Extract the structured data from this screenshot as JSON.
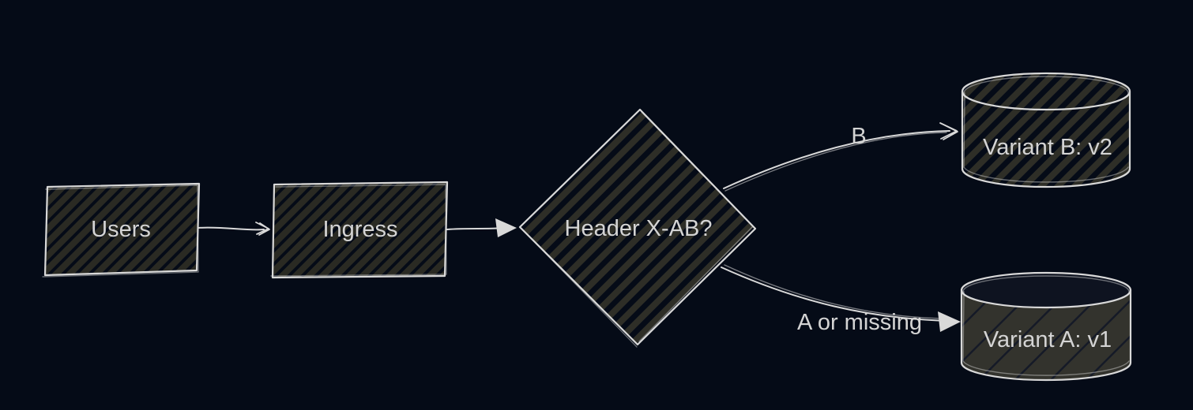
{
  "theme": {
    "canvas-bg": "#050b17",
    "stroke": "#d9d9d9",
    "text": "#d4d4d4",
    "hatch-color": "#2e2e27",
    "hatch-dense-base": "#2a2a23",
    "solid-fill": "#33332d",
    "cylinder-top-dark": "#0e1320"
  },
  "diagram": {
    "nodes": [
      {
        "id": "users",
        "shape": "rectangle",
        "label": "Users"
      },
      {
        "id": "ingress",
        "shape": "rectangle",
        "label": "Ingress"
      },
      {
        "id": "header-check",
        "shape": "diamond",
        "label": "Header X-AB?"
      },
      {
        "id": "variant-b",
        "shape": "cylinder",
        "label": "Variant B: v2"
      },
      {
        "id": "variant-a",
        "shape": "cylinder",
        "label": "Variant A: v1"
      }
    ],
    "edges": [
      {
        "from": "users",
        "to": "ingress",
        "label": ""
      },
      {
        "from": "ingress",
        "to": "header-check",
        "label": ""
      },
      {
        "from": "header-check",
        "to": "variant-b",
        "label": "B"
      },
      {
        "from": "header-check",
        "to": "variant-a",
        "label": "A or missing"
      }
    ]
  }
}
